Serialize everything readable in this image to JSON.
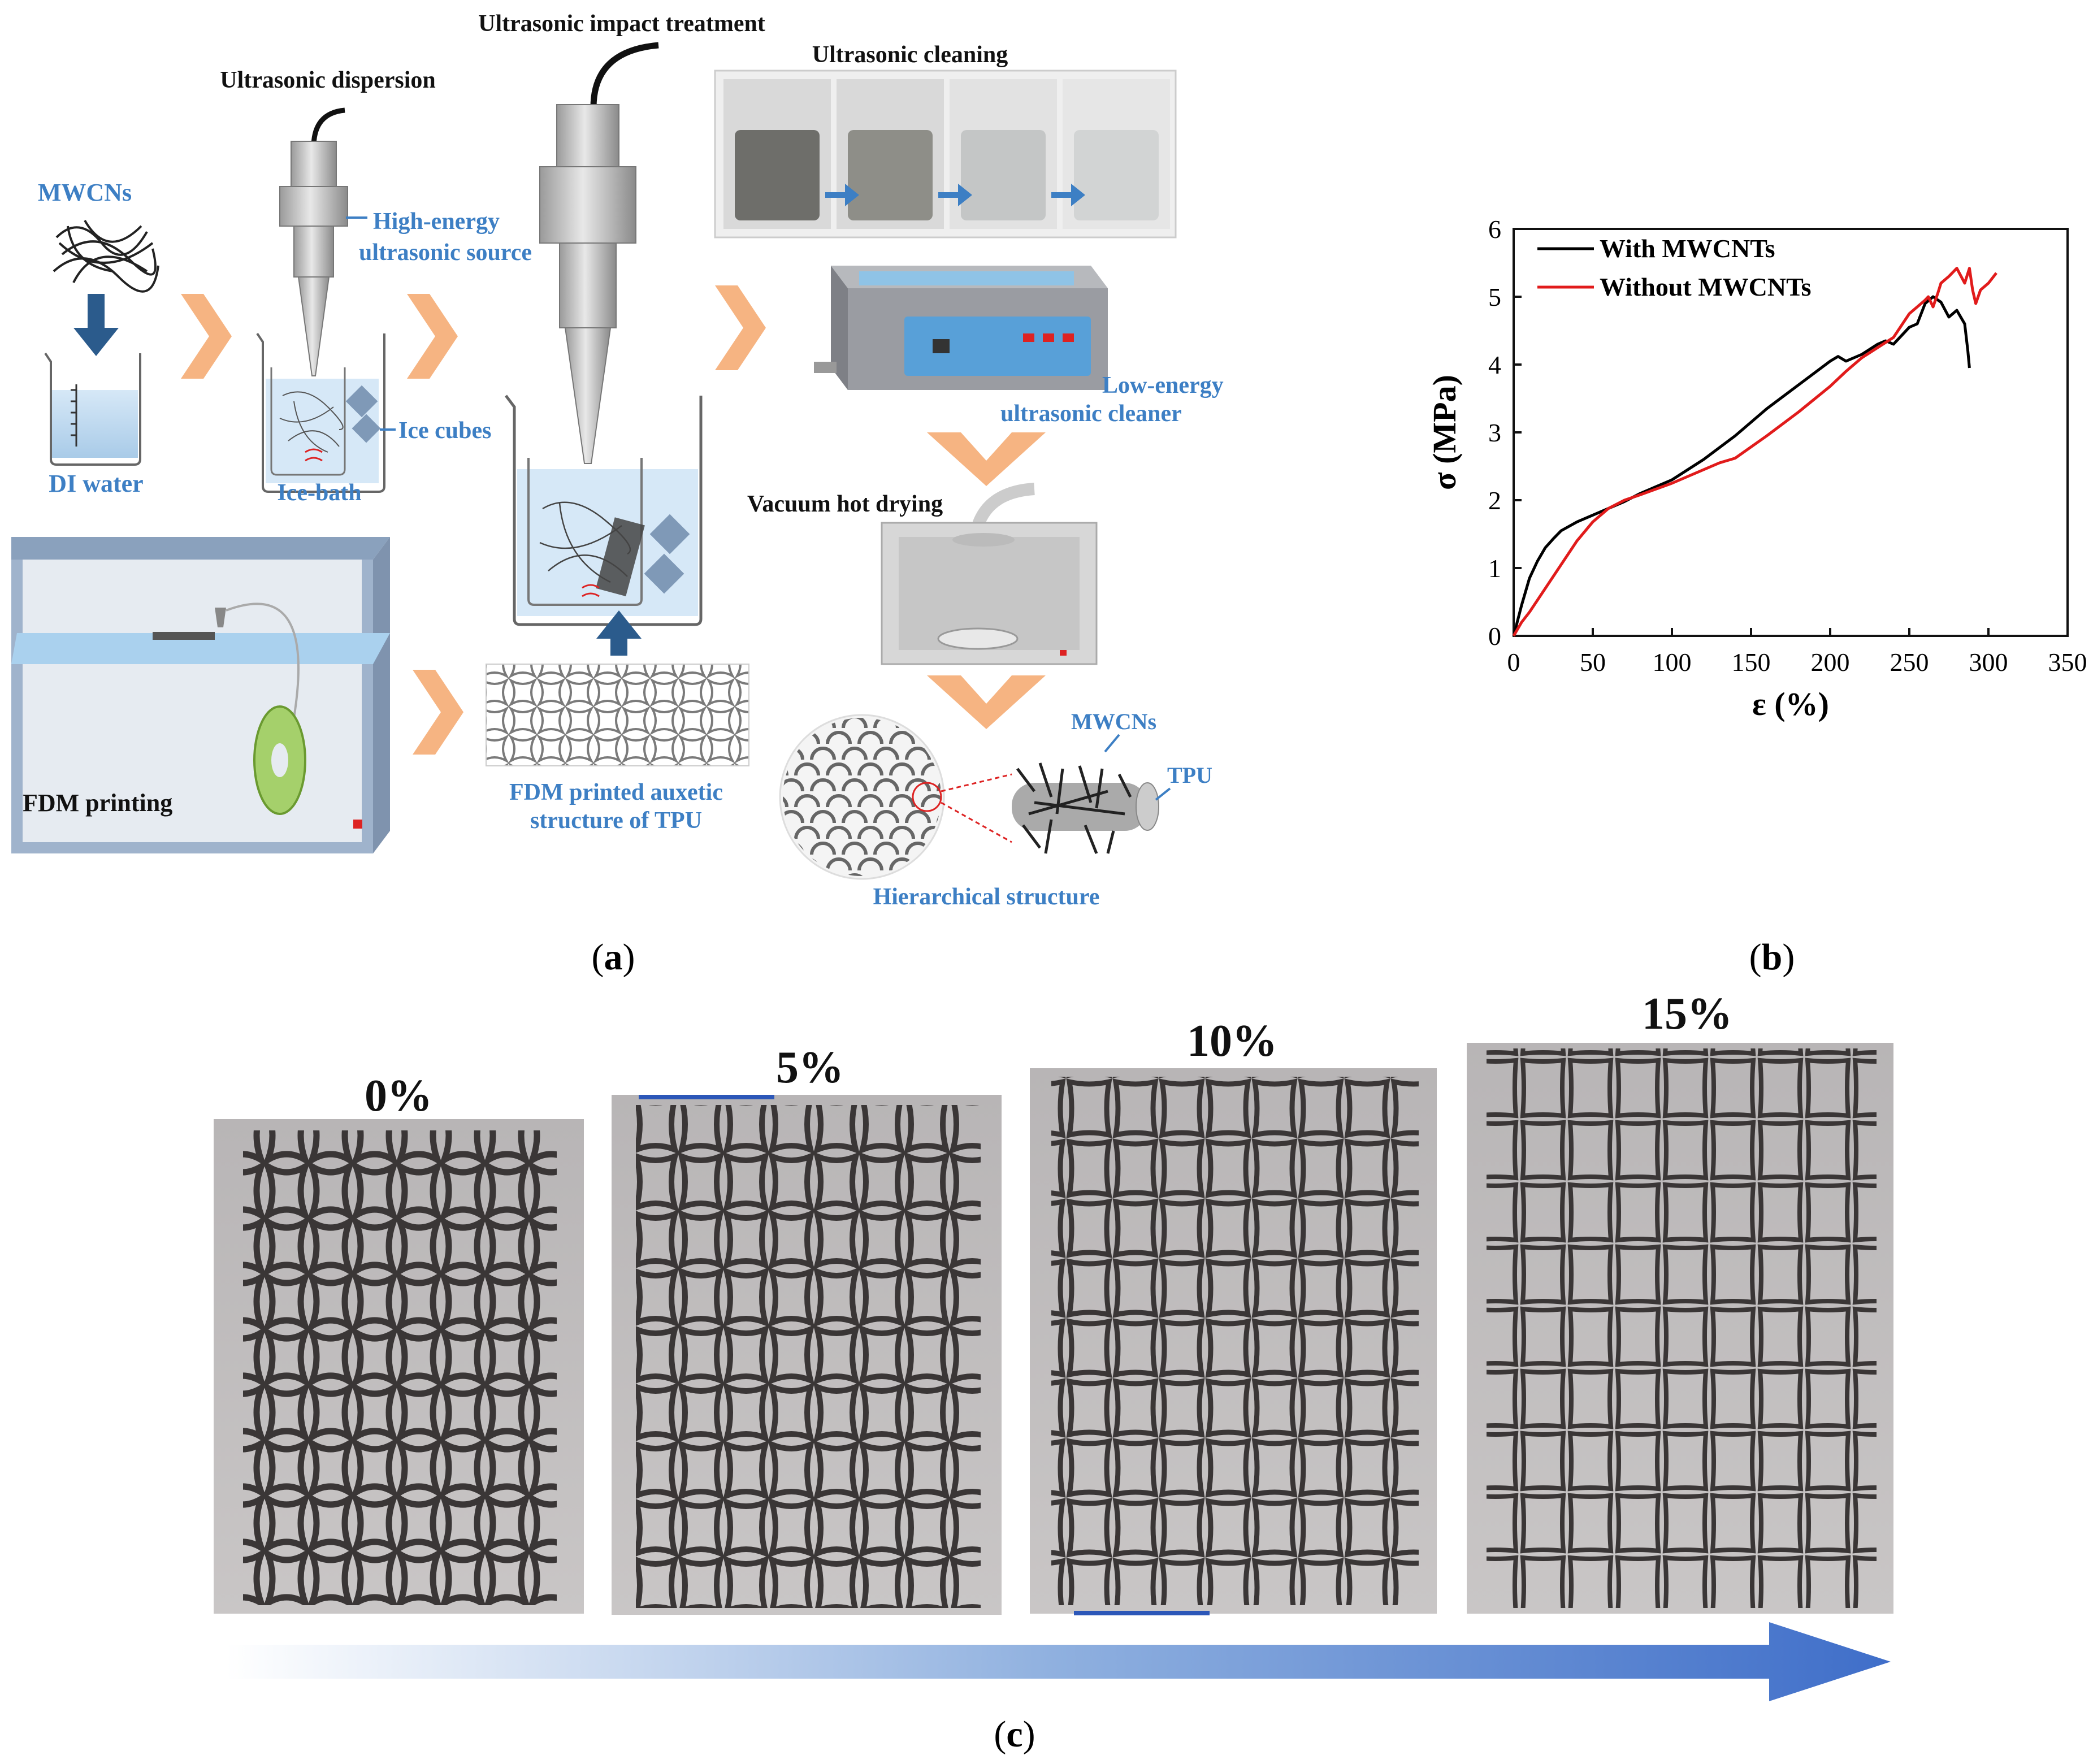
{
  "panel_a": {
    "label_open": "(",
    "label_letter": "a",
    "label_close": ")",
    "texts": {
      "mwcns_top": "MWCNs",
      "di_water": "DI water",
      "ultrasonic_dispersion": "Ultrasonic dispersion",
      "high_energy_1": "High-energy",
      "high_energy_2": "ultrasonic source",
      "ice_cubes": "Ice cubes",
      "ice_bath": "Ice-bath",
      "ultrasonic_impact": "Ultrasonic impact treatment",
      "ultrasonic_cleaning": "Ultrasonic cleaning",
      "low_energy_1": "Low-energy",
      "low_energy_2": "ultrasonic cleaner",
      "vacuum_hot_drying": "Vacuum hot drying",
      "fdm_printing": "FDM printing",
      "fdm_printed_1": "FDM printed auxetic",
      "fdm_printed_2": "structure of TPU",
      "mwcns_small": "MWCNs",
      "tpu": "TPU",
      "hierarchical": "Hierarchical structure"
    }
  },
  "panel_b": {
    "label_open": "(",
    "label_letter": "b",
    "label_close": ")"
  },
  "panel_c": {
    "label_open": "(",
    "label_letter": "c",
    "label_close": ")",
    "strain_labels": [
      "0%",
      "5%",
      "10%",
      "15%"
    ]
  },
  "colors": {
    "accent_blue": "#3d7fc4",
    "arrow_orange": "#f6b482",
    "with_line": "#000000",
    "without_line": "#e11b1b"
  },
  "chart_data": {
    "type": "line",
    "xlabel": "ε (%)",
    "ylabel": "σ (MPa)",
    "xlim": [
      0,
      350
    ],
    "ylim": [
      0,
      6
    ],
    "xticks": [
      0,
      50,
      100,
      150,
      200,
      250,
      300,
      350
    ],
    "yticks": [
      0,
      1,
      2,
      3,
      4,
      5,
      6
    ],
    "legend_position": "top-left",
    "series": [
      {
        "name": "With MWCNTs",
        "color": "#000000",
        "x": [
          0,
          5,
          10,
          15,
          20,
          25,
          30,
          40,
          50,
          60,
          70,
          80,
          100,
          120,
          140,
          160,
          180,
          200,
          205,
          210,
          215,
          220,
          230,
          235,
          240,
          250,
          255,
          260,
          265,
          270,
          275,
          280,
          285,
          287,
          288
        ],
        "y": [
          0,
          0.45,
          0.85,
          1.1,
          1.3,
          1.43,
          1.55,
          1.68,
          1.78,
          1.88,
          1.98,
          2.1,
          2.3,
          2.6,
          2.95,
          3.35,
          3.7,
          4.05,
          4.12,
          4.05,
          4.1,
          4.15,
          4.3,
          4.35,
          4.3,
          4.55,
          4.6,
          4.9,
          5.0,
          4.92,
          4.7,
          4.8,
          4.6,
          4.2,
          3.95
        ]
      },
      {
        "name": "Without MWCNTs",
        "color": "#e11b1b",
        "x": [
          0,
          5,
          10,
          20,
          30,
          40,
          50,
          60,
          70,
          80,
          100,
          120,
          130,
          140,
          160,
          180,
          200,
          210,
          220,
          230,
          240,
          250,
          260,
          262,
          265,
          268,
          270,
          275,
          280,
          285,
          288,
          290,
          292,
          295,
          300,
          305
        ],
        "y": [
          0,
          0.2,
          0.35,
          0.7,
          1.05,
          1.4,
          1.68,
          1.88,
          2.0,
          2.08,
          2.25,
          2.45,
          2.55,
          2.62,
          2.95,
          3.3,
          3.68,
          3.9,
          4.1,
          4.25,
          4.4,
          4.75,
          4.95,
          5.0,
          4.85,
          5.05,
          5.2,
          5.3,
          5.42,
          5.2,
          5.42,
          5.1,
          4.9,
          5.1,
          5.2,
          5.35
        ]
      }
    ]
  }
}
